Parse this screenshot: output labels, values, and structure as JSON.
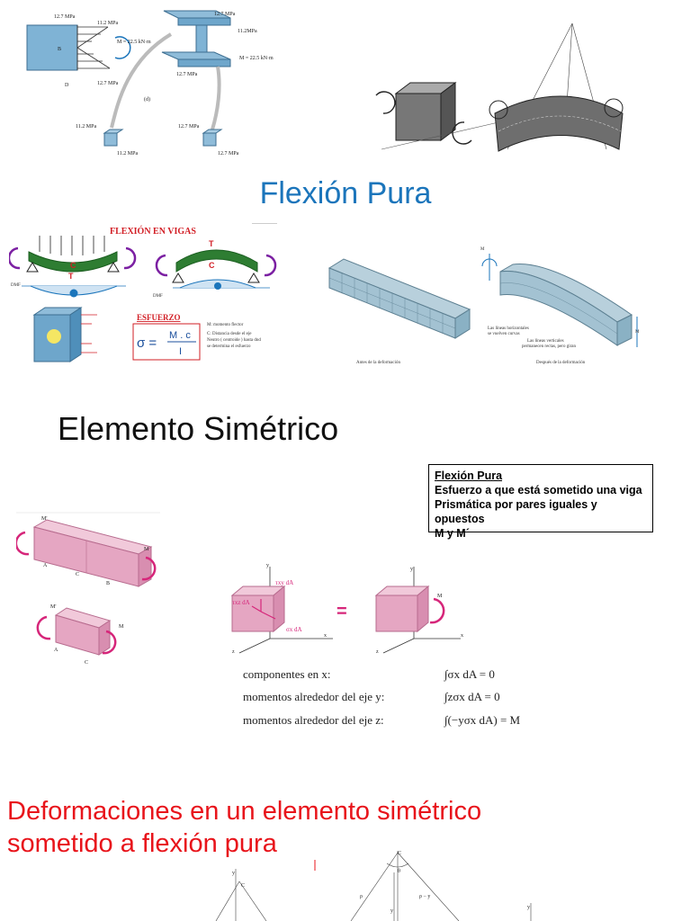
{
  "headings": {
    "flexion_pura": "Flexión Pura",
    "elemento_simetrico": "Elemento Simétrico",
    "deformaciones_line1": "Deformaciones en un elemento simétrico",
    "deformaciones_line2": "sometido a flexión pura"
  },
  "info_box": {
    "title": "Flexión Pura",
    "line1": "Esfuerzo a que está sometido una viga",
    "line2": "Prismática por pares iguales y opuestos",
    "line3": "M y M´"
  },
  "fig_stress": {
    "s1": "12.7 MPa",
    "s2": "11.2 MPa",
    "moment": "M = 22.5 kN·m",
    "s3": "12.7 MPa",
    "s4": "12.7 MPa",
    "s5": "11.2MPa",
    "moment2": "M = 22.5 kN·m",
    "s6": "12.7 MPa",
    "s7": "11.2 MPa",
    "s8": "11.2 MPa",
    "s9": "12.7 MPa",
    "s10": "12.7 MPa",
    "label_b": "B",
    "label_d": "D",
    "label_sub": "(d)"
  },
  "fig_vigas": {
    "title": "FLEXIÓN EN VIGAS",
    "t_label": "T",
    "c_label": "C",
    "dmf": "DMF",
    "esfuerzo": "ESFUERZO",
    "sigma": "σ =",
    "mc": "M . c",
    "i": "I",
    "legend_m": "M: momento flector",
    "legend_c1": "C: Distancia desde el eje",
    "legend_c2": "Neutro ( centroide ) hasta dnd",
    "legend_c3": "se determina el esfuerzo"
  },
  "fig_deformacion": {
    "antes": "Antes de la deformación",
    "despues": "Después de la deformación",
    "lineas_h1": "Las líneas horizontales",
    "lineas_h2": "se vuelven curvas",
    "lineas_v1": "Las líneas verticales",
    "lineas_v2": "permanecen rectas, pero giran",
    "m": "M"
  },
  "fig_simetrico": {
    "m_prime": "M'",
    "m": "M",
    "a": "A",
    "b": "B",
    "c": "C",
    "equals": "=",
    "y": "y",
    "z": "z",
    "x": "x",
    "tau_xy": "τxy dA",
    "tau_xz": "τxz dA",
    "sigma_x": "σx dA"
  },
  "equations": [
    {
      "label": "componentes en x:",
      "formula": "∫σx dA = 0"
    },
    {
      "label": "momentos alrededor del eje y:",
      "formula": "∫zσx dA = 0"
    },
    {
      "label": "momentos alrededor del eje z:",
      "formula": "∫(−yσx dA) = M"
    }
  ],
  "fig_bottom": {
    "c": "C",
    "y": "y",
    "theta": "θ",
    "rho": "ρ",
    "rho_y": "ρ − y"
  }
}
